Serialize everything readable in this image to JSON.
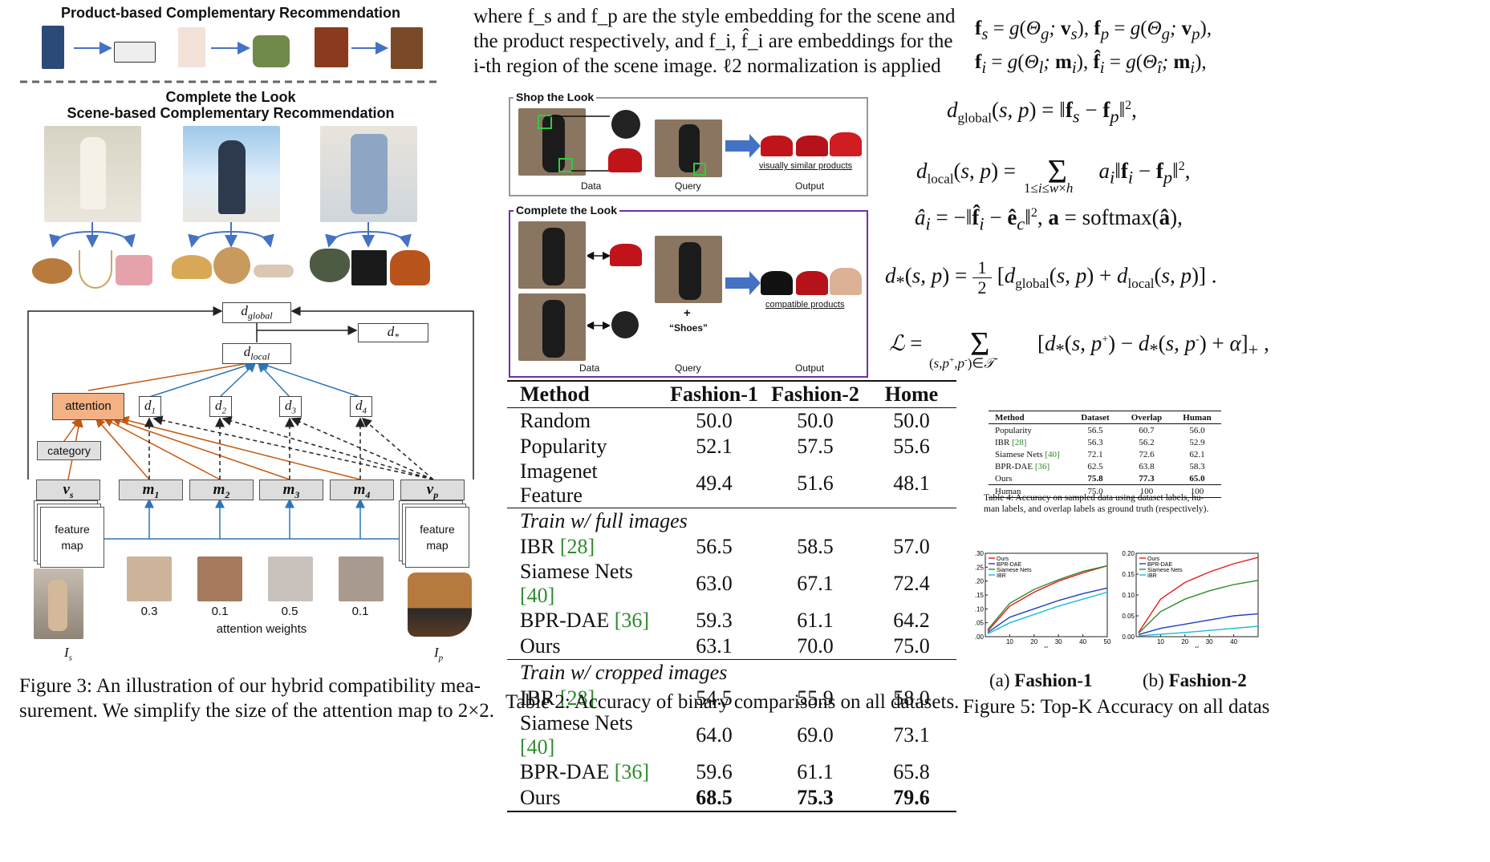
{
  "figure_left": {
    "title_pb": "Product-based Complementary Recommendation",
    "title_ctl": "Complete the Look",
    "title_sb": "Scene-based Complementary Recommendation",
    "d_global": "d",
    "d_global_sub": "global",
    "d_star": "d",
    "d_star_sub": "*",
    "d_local": "d",
    "d_local_sub": "local",
    "attention": "attention",
    "category": "category",
    "d_nodes": [
      {
        "base": "d",
        "sub": "1"
      },
      {
        "base": "d",
        "sub": "2"
      },
      {
        "base": "d",
        "sub": "3"
      },
      {
        "base": "d",
        "sub": "4"
      }
    ],
    "vectors": [
      {
        "base": "v",
        "sub": "s"
      },
      {
        "base": "m",
        "sub": "1"
      },
      {
        "base": "m",
        "sub": "2"
      },
      {
        "base": "m",
        "sub": "3"
      },
      {
        "base": "m",
        "sub": "4"
      },
      {
        "base": "v",
        "sub": "p"
      }
    ],
    "feature_map": "feature\nmap",
    "weights": [
      "0.3",
      "0.1",
      "0.5",
      "0.1"
    ],
    "attention_weights": "attention weights",
    "is_label": "I",
    "is_sub": "s",
    "ip_label": "I",
    "ip_sub": "p",
    "caption": "Figure 3:  An illustration of our hybrid compatibility mea-surement. We simplify the size of the attention map to 2×2."
  },
  "middle_text": {
    "line1": "where f_s and f_p are the style embedding for the scene and",
    "line2": "the product respectively, and f_i, f̂_i are embeddings for the",
    "line3": "i-th region of the scene image. ℓ2 normalization is applied"
  },
  "stl_panel": {
    "title": "Shop the Look",
    "labels": [
      "Data",
      "Query",
      "Output"
    ],
    "output_caption": "visually similar products"
  },
  "ctl_panel": {
    "title": "Complete the Look",
    "labels": [
      "Data",
      "Query",
      "Output"
    ],
    "plus": "+",
    "shoes": "“Shoes”",
    "output_caption": "compatible products"
  },
  "equations": {
    "e1": "f_s = g(Θ_g; v_s), f_p = g(Θ_g; v_p),",
    "e2": "f_i = g(Θ_l; m_i), f̂_i = g(Θ_î; m_i),",
    "e3": "d_global(s, p) = ‖f_s − f_p‖²,",
    "e4": "d_local(s, p) = Σ_{1≤i≤w×h} a_i‖f_i − f_p‖²,",
    "e5": "â_i = −‖f̂_i − ê_c‖², a = softmax(â),",
    "e6": "d_*(s, p) = 1/2 [d_global(s, p) + d_local(s, p)] .",
    "e7": "L = Σ_{(s,p+,p-)∈T} [d_*(s, p+) − d_*(s, p-) + α]_+ ,"
  },
  "table2": {
    "headers": [
      "Method",
      "Fashion-1",
      "Fashion-2",
      "Home"
    ],
    "rows_a": [
      {
        "m": "Random",
        "c": "",
        "v": [
          "50.0",
          "50.0",
          "50.0"
        ]
      },
      {
        "m": "Popularity",
        "c": "",
        "v": [
          "52.1",
          "57.5",
          "55.6"
        ]
      },
      {
        "m": "Imagenet Feature",
        "c": "",
        "v": [
          "49.4",
          "51.6",
          "48.1"
        ]
      }
    ],
    "section_b": "Train w/ full images",
    "rows_b": [
      {
        "m": "IBR ",
        "c": "[28]",
        "v": [
          "56.5",
          "58.5",
          "57.0"
        ]
      },
      {
        "m": "Siamese Nets ",
        "c": "[40]",
        "v": [
          "63.0",
          "67.1",
          "72.4"
        ]
      },
      {
        "m": "BPR-DAE ",
        "c": "[36]",
        "v": [
          "59.3",
          "61.1",
          "64.2"
        ]
      },
      {
        "m": "Ours",
        "c": "",
        "v": [
          "63.1",
          "70.0",
          "75.0"
        ]
      }
    ],
    "section_c": "Train w/ cropped images",
    "rows_c": [
      {
        "m": "IBR ",
        "c": "[28]",
        "v": [
          "54.5",
          "55.9",
          "58.0"
        ]
      },
      {
        "m": "Siamese Nets ",
        "c": "[40]",
        "v": [
          "64.0",
          "69.0",
          "73.1"
        ]
      },
      {
        "m": "BPR-DAE ",
        "c": "[36]",
        "v": [
          "59.6",
          "61.1",
          "65.8"
        ]
      },
      {
        "m": "Ours",
        "c": "",
        "v": [
          "68.5",
          "75.3",
          "79.6"
        ]
      }
    ],
    "caption": "Table 2: Accuracy of binary comparisons on all datasets."
  },
  "table4": {
    "headers": [
      "Method",
      "Dataset",
      "Overlap",
      "Human"
    ],
    "rows": [
      {
        "m": "Popularity",
        "c": "",
        "v": [
          "56.5",
          "60.7",
          "56.0"
        ]
      },
      {
        "m": "IBR ",
        "c": "[28]",
        "v": [
          "56.3",
          "56.2",
          "52.9"
        ]
      },
      {
        "m": "Siamese Nets ",
        "c": "[40]",
        "v": [
          "72.1",
          "72.6",
          "62.1"
        ]
      },
      {
        "m": "BPR-DAE ",
        "c": "[36]",
        "v": [
          "62.5",
          "63.8",
          "58.3"
        ]
      },
      {
        "m": "Ours",
        "c": "",
        "v": [
          "75.8",
          "77.3",
          "65.0"
        ]
      },
      {
        "m": "Human",
        "c": "",
        "v": [
          "75.0",
          "100",
          "100"
        ]
      }
    ],
    "caption1": "Table 4: Accuracy on sampled data using dataset labels, hu-",
    "caption2": "man labels, and overlap labels as ground truth (respectively)."
  },
  "chart_data": [
    {
      "type": "line",
      "title": "Fashion-1",
      "xlabel": "K",
      "ylabel": "",
      "x": [
        1,
        10,
        20,
        30,
        40,
        50
      ],
      "xlim": [
        0,
        50
      ],
      "ylim": [
        0,
        0.3
      ],
      "xticks": [
        "10",
        "20",
        "30",
        "40",
        "50"
      ],
      "yticks": [
        ".00",
        ".05",
        ".10",
        ".15",
        ".20",
        ".25",
        ".30"
      ],
      "series": [
        {
          "name": "Ours",
          "color": "#e41a1c",
          "values": [
            0.02,
            0.11,
            0.16,
            0.2,
            0.23,
            0.255
          ]
        },
        {
          "name": "BPR-DAE",
          "color": "#1f3fbf",
          "values": [
            0.015,
            0.07,
            0.1,
            0.13,
            0.155,
            0.175
          ]
        },
        {
          "name": "Siamese Nets",
          "color": "#2e8b2e",
          "values": [
            0.025,
            0.12,
            0.17,
            0.205,
            0.235,
            0.255
          ]
        },
        {
          "name": "IBR",
          "color": "#17becf",
          "values": [
            0.01,
            0.05,
            0.08,
            0.11,
            0.135,
            0.16
          ]
        }
      ],
      "legend": "top-left",
      "caption_prefix": "(a) ",
      "caption_bold": "Fashion-1"
    },
    {
      "type": "line",
      "title": "Fashion-2",
      "xlabel": "K",
      "ylabel": "",
      "x": [
        1,
        10,
        20,
        30,
        40,
        50
      ],
      "xlim": [
        0,
        50
      ],
      "ylim": [
        0,
        0.2
      ],
      "xticks": [
        "10",
        "20",
        "30",
        "40"
      ],
      "yticks": [
        "0.00",
        "0.05",
        "0.10",
        "0.15",
        "0.20"
      ],
      "series": [
        {
          "name": "Ours",
          "color": "#e41a1c",
          "values": [
            0.01,
            0.09,
            0.13,
            0.155,
            0.175,
            0.19
          ]
        },
        {
          "name": "BPR-DAE",
          "color": "#1f3fbf",
          "values": [
            0.005,
            0.02,
            0.03,
            0.04,
            0.05,
            0.055
          ]
        },
        {
          "name": "Siamese Nets",
          "color": "#2e8b2e",
          "values": [
            0.008,
            0.06,
            0.09,
            0.11,
            0.125,
            0.135
          ]
        },
        {
          "name": "IBR",
          "color": "#17becf",
          "values": [
            0.002,
            0.006,
            0.01,
            0.015,
            0.02,
            0.025
          ]
        }
      ],
      "legend": "top-left",
      "caption_prefix": "(b) ",
      "caption_bold": "Fashion-2"
    }
  ],
  "fig5_caption": "Figure 5: Top-K Accuracy on all datas"
}
